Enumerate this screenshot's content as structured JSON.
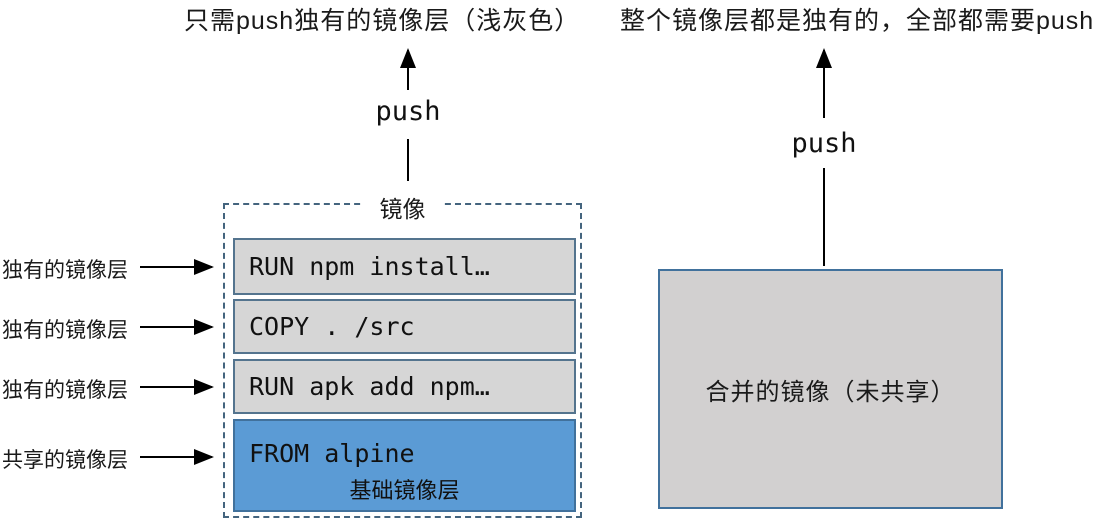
{
  "captions": {
    "left": "只需push独有的镜像层（浅灰色）",
    "right": "整个镜像层都是独有的，全部都需要push"
  },
  "left_diagram": {
    "push_label": "push",
    "box_title": "镜像",
    "row_labels": [
      "独有的镜像层",
      "独有的镜像层",
      "独有的镜像层",
      "共享的镜像层"
    ],
    "layers": [
      {
        "label": "RUN npm install…",
        "type": "unique"
      },
      {
        "label": "COPY . /src",
        "type": "unique"
      },
      {
        "label": "RUN apk add npm…",
        "type": "unique"
      },
      {
        "label": "FROM alpine",
        "sublabel": "基础镜像层",
        "type": "shared"
      }
    ]
  },
  "right_diagram": {
    "push_label": "push",
    "box_label": "合并的镜像（未共享）"
  },
  "colors": {
    "layer_gray_fill": "#d6d6d6",
    "layer_gray_border": "#54748e",
    "shared_layer_fill": "#5b9bd5",
    "shared_layer_border": "#41719c",
    "dashed_box_border": "#44647e",
    "merged_box_fill": "#d2d0d0",
    "merged_box_border": "#41719c",
    "arrow_color": "#000000"
  }
}
